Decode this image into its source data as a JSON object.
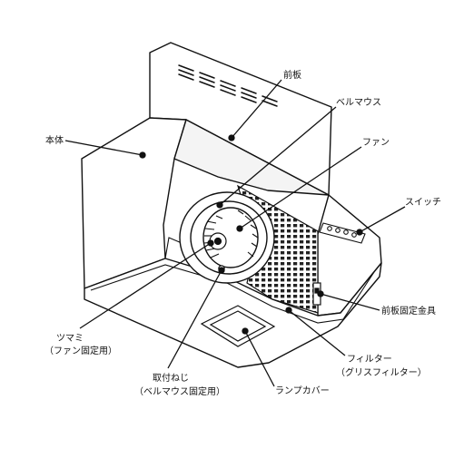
{
  "labels": {
    "front_panel": "前板",
    "bellmouth": "ベルマウス",
    "body": "本体",
    "fan": "ファン",
    "switch": "スイッチ",
    "knob_line1": "ツマミ",
    "knob_line2": "（ファン固定用）",
    "front_bracket": "前板固定金具",
    "filter_line1": "フィルター",
    "filter_line2": "（グリスフィルター）",
    "screw_line1": "取付ねじ",
    "screw_line2": "（ベルマウス固定用）",
    "lamp_cover": "ランプカバー"
  },
  "colors": {
    "stroke": "#111111",
    "background": "#ffffff",
    "panel_shade": "#f4f4f4",
    "filter_mesh": "#222222"
  }
}
